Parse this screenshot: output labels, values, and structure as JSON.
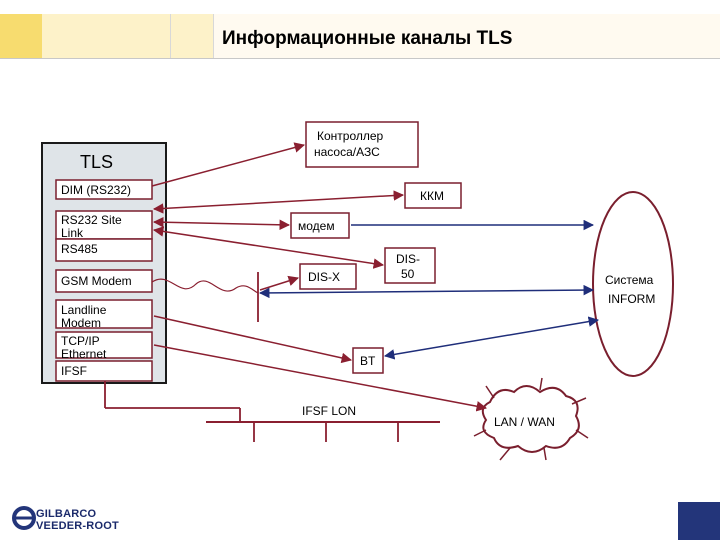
{
  "header": {
    "title": "Информационные каналы TLS"
  },
  "tls_block": {
    "title": "TLS",
    "items": [
      "DIM (RS232)",
      "RS232 Site Link",
      "RS485",
      "GSM Modem",
      "Landline Modem",
      "TCP/IP Ethernet",
      "IFSF"
    ]
  },
  "nodes": {
    "controller": "Контроллер насоса/АЗС",
    "kkm": "ККМ",
    "modem": "модем",
    "dis50": "DIS-50",
    "disx": "DIS-X",
    "system_inform": "Система INFORM",
    "bt": "BT",
    "ifsf_lon": "IFSF LON",
    "lan_wan": "LAN / WAN"
  },
  "logo": {
    "line1": "GILBARCO",
    "line2": "VEEDER-ROOT"
  },
  "colors": {
    "box_border": "#7a1f2e",
    "arrow": "#8a1f30",
    "arrow_blue": "#1f2e7a",
    "tls_fill": "#dfe4e8",
    "header_yellow": "#f7dc6f",
    "header_cream": "#fdf2c9",
    "logo_blue": "#23357a"
  },
  "icons": {
    "logo": "gilbarco-veeder-root-logo-icon"
  }
}
